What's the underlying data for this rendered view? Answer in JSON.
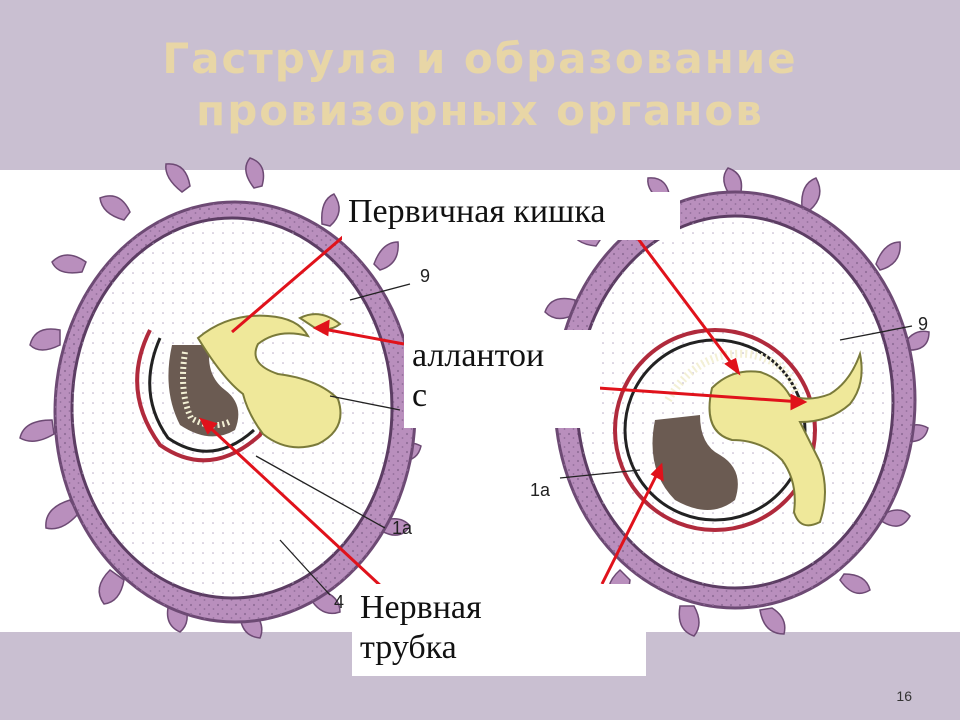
{
  "slide": {
    "title_line1": "Гаструла и образование",
    "title_line2": "провизорных органов",
    "page_number": "16"
  },
  "labels": {
    "primary_intestine": "Первичная кишка",
    "allantois_line1": "аллантои",
    "allantois_line2": "с",
    "neural_tube_line1": "Нервная",
    "neural_tube_line2": "трубка"
  },
  "figure_marks": {
    "left": {
      "m9": "9",
      "m1a": "1а",
      "m4": "4"
    },
    "right": {
      "m9": "9",
      "m1a": "1а"
    }
  },
  "colors": {
    "band": "#c9bfd1",
    "title": "#e8d6a6",
    "chorion": "#b98fbd",
    "yolk_yellow": "#efe89a",
    "arrow": "#e0121b"
  }
}
